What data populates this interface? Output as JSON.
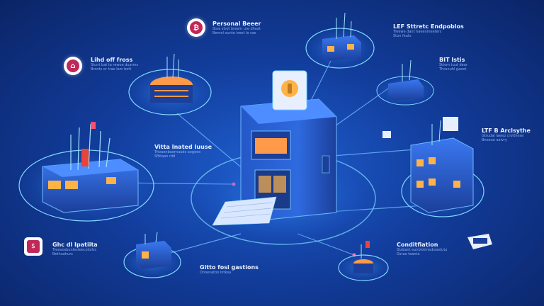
{
  "labels": {
    "personal": {
      "title": "Personal Beeer",
      "desc": [
        "Stoe strot breem ure dhoat",
        "Bemel ounte treet lo rae"
      ]
    },
    "life": {
      "title": "Lihd off fross",
      "desc": [
        "Stunt bat ta rewoe duarms",
        "Bronts or trae lam bott"
      ]
    },
    "lef_strategy": {
      "title": "LEF Sttretc Endpoblos",
      "desc": [
        "Treewe dant haeenmeeters",
        "Ston feuts"
      ]
    },
    "bit": {
      "title": "BIT Istis",
      "desc": [
        "Sttom tuut dear",
        "Thrunuhl gaeet"
      ]
    },
    "ltf": {
      "title": "LTF B Arclsythe",
      "desc": [
        "Gtrudal laeep crotthese",
        "Bneeoe aalvry"
      ]
    },
    "center": {
      "title": "Vitta Inated Iuuse",
      "desc": [
        "Trtvaenbaernuuds aegoee",
        "Sftitaan rdd"
      ]
    },
    "ghc": {
      "title": "Ghc dl Ipatiita",
      "desc": [
        "Treeseebunlesteecolorbs",
        "Bethuahurs"
      ]
    },
    "gitto": {
      "title": "Gitto fosi gastions",
      "desc": [
        "Dnoevatoo lntkea"
      ]
    },
    "conditions": {
      "title": "Conditfiation",
      "desc": [
        "Stabant eunbiotmedsoodutu",
        "Gsrao teanta"
      ]
    }
  },
  "badges": {
    "personal": "₿",
    "life": "⌂",
    "ghc": "$"
  },
  "colors": {
    "background": "#123d9c",
    "accent": "#c0285a",
    "glow": "#7fd8ff",
    "window": "#ffb347"
  }
}
